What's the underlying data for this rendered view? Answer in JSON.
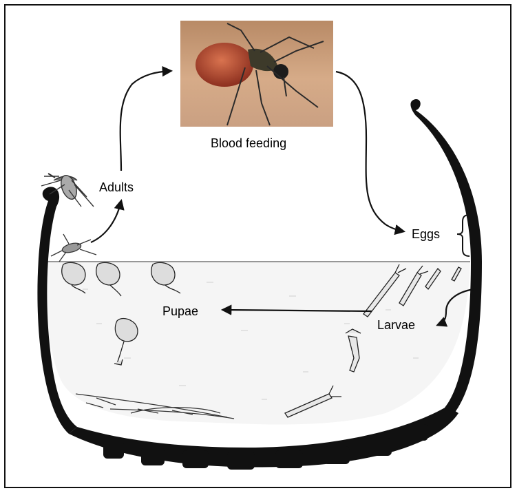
{
  "photo": {
    "caption": "Blood feeding"
  },
  "stages": {
    "adults": "Adults",
    "eggs": "Eggs",
    "larvae": "Larvae",
    "pupae": "Pupae"
  },
  "colors": {
    "ink": "#111111",
    "water": "#f4f4f4",
    "skin": "#c89a78",
    "blood": "#b2452f"
  }
}
